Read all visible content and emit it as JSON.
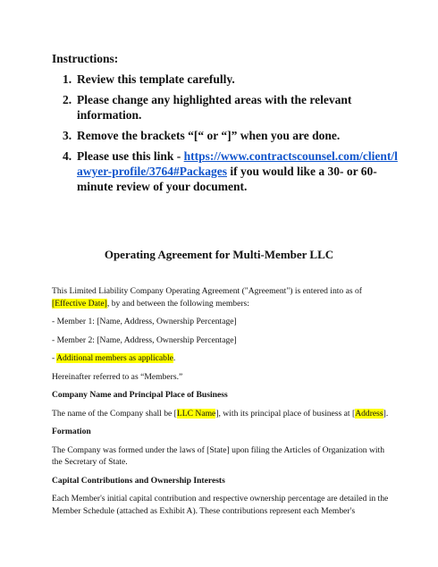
{
  "instructions": {
    "heading": "Instructions:",
    "items": [
      {
        "num": "1.",
        "text": "Review this template carefully."
      },
      {
        "num": "2.",
        "text": "Please change any highlighted areas with the relevant information."
      },
      {
        "num": "3.",
        "text": "Remove the brackets “[“ or “]” when you are done."
      },
      {
        "num": "4.",
        "text_before": "Please use this link - ",
        "link": "https://www.contractscounsel.com/client/lawyer-profile/3764#Packages",
        "text_after": " if you would like a 30- or 60-minute review of your document."
      }
    ]
  },
  "document": {
    "title": "Operating Agreement for Multi-Member LLC",
    "intro_before": "This Limited Liability Company Operating Agreement (\"Agreement\") is entered into as of ",
    "intro_highlight": "[Effective Date]",
    "intro_after": ", by and between the following members:",
    "member1": "- Member 1: [Name, Address, Ownership Percentage]",
    "member2": "- Member 2: [Name, Address, Ownership Percentage]",
    "member_more_prefix": "- ",
    "member_more_highlight": "Additional members as applicable",
    "member_more_suffix": ".",
    "hereinafter": "Hereinafter referred to as “Members.”",
    "section1_heading": "Company Name and Principal Place of Business",
    "section1_before": "The name of the Company shall be [",
    "section1_hl1": "LLC Name",
    "section1_mid": "], with its principal place of business at [",
    "section1_hl2": "Address",
    "section1_after": "].",
    "section2_heading": "Formation",
    "section2_text": "The Company was formed under the laws of [State] upon filing the Articles of Organization with the Secretary of State.",
    "section3_heading": "Capital Contributions and Ownership Interests",
    "section3_text": "Each Member's initial capital contribution and respective ownership percentage are detailed in the Member Schedule (attached as Exhibit A). These contributions represent each Member's"
  }
}
